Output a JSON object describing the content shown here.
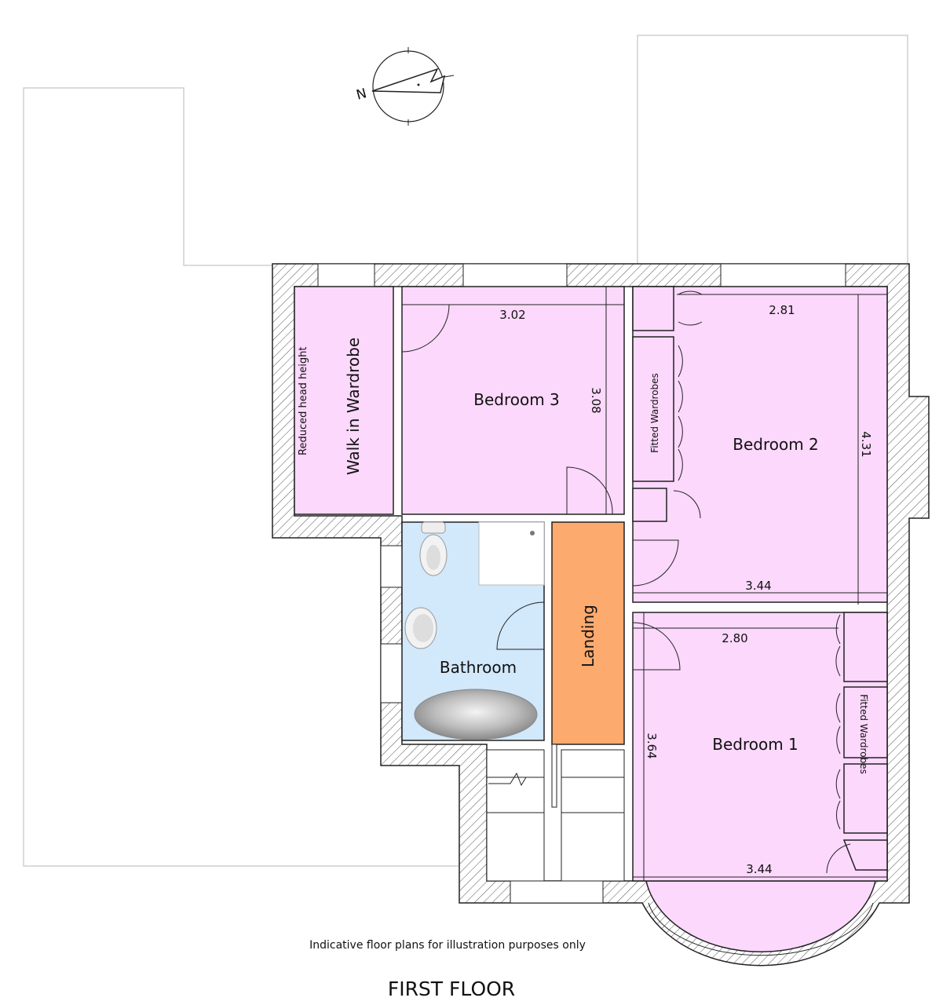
{
  "plan": {
    "title": "FIRST FLOOR",
    "disclaimer": "Indicative floor plans for illustration purposes only",
    "compass_letter": "N",
    "colors": {
      "bedroom": "#fcd8fc",
      "bathroom": "#d2e8fb",
      "landing": "#fcaa6e",
      "wall_line": "#222222",
      "outline_grey": "#cfcfcf"
    },
    "rooms": {
      "walk_in": {
        "label": "Walk in Wardrobe",
        "note": "Reduced head height"
      },
      "bedroom3": {
        "label": "Bedroom 3",
        "width": "3.02",
        "depth": "3.08"
      },
      "bedroom2": {
        "label": "Bedroom 2",
        "width_top": "2.81",
        "width_bottom": "3.44",
        "depth": "4.31",
        "wardrobes": "Fitted Wardrobes"
      },
      "bedroom1": {
        "label": "Bedroom 1",
        "width_top": "2.80",
        "width_bottom": "3.44",
        "depth": "3.64",
        "wardrobes": "Fitted Wardrobes"
      },
      "bathroom": {
        "label": "Bathroom"
      },
      "landing": {
        "label": "Landing"
      }
    }
  }
}
